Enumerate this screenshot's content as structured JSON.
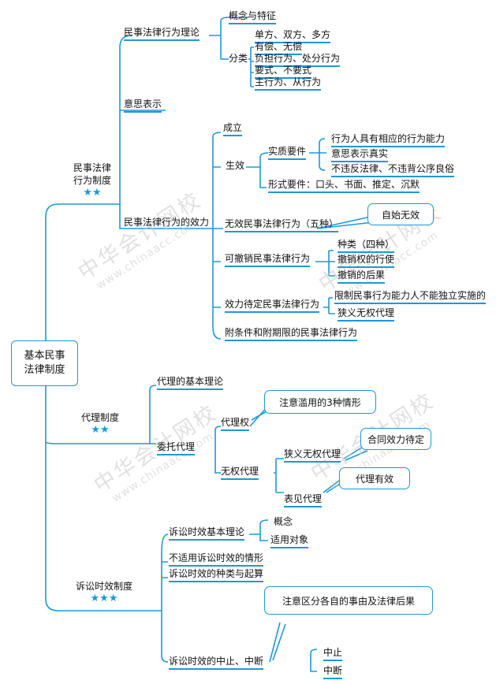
{
  "root": {
    "line1": "基本民事",
    "line2": "法律制度"
  },
  "b1": {
    "title1": "民事法律",
    "title2": "行为制度",
    "stars": "★★",
    "theory": "民事法律行为理论",
    "concept": "概念与特征",
    "classify": "分类",
    "types": [
      "单方、双方、多方",
      "有偿、无偿",
      "负担行为、处分行为",
      "要式、不要式",
      "主行为、从行为"
    ],
    "intent": "意思表示",
    "effect": "民事法律行为的效力",
    "establish": "成立",
    "valid": "生效",
    "substantive": "实质要件",
    "sub_items": [
      "行为人具有相应的行为能力",
      "意思表示真实",
      "不违反法律、不违背公序良俗"
    ],
    "formal": "形式要件：口头、书面、推定、沉默",
    "invalid": "无效民事法律行为（五种）",
    "invalid_bubble": "自始无效",
    "revocable": "可撤销民事法律行为",
    "rev_items": [
      "种类（四种）",
      "撤销权的行使",
      "撤销的后果"
    ],
    "pending": "效力待定民事法律行为",
    "pend_items": [
      "限制民事行为能力人不能独立实施的",
      "狭义无权代理"
    ],
    "conditional": "附条件和附期限的民事法律行为"
  },
  "b2": {
    "title": "代理制度",
    "stars": "★★",
    "basic": "代理的基本理论",
    "entrust": "委托代理",
    "auth": "代理权",
    "abuse_bubble": "注意滥用的3种情形",
    "unauth": "无权代理",
    "narrow": "狭义无权代理",
    "narrow_bubble": "合同效力待定",
    "apparent": "表见代理",
    "apparent_bubble": "代理有效"
  },
  "b3": {
    "title": "诉讼时效制度",
    "stars": "★★★",
    "basic": "诉讼时效基本理论",
    "basic_items": [
      "概念",
      "适用对象"
    ],
    "not_apply": "不适用诉讼时效的情形",
    "kinds": "诉讼时效的种类与起算",
    "note_bubble": "注意区分各自的事由及法律后果",
    "suspend": "诉讼时效的中止、中断",
    "suspend_items": [
      "中止",
      "中断"
    ]
  },
  "watermarks": [
    {
      "cn": "中华会计网校",
      "en": "www.chinaacc.com"
    },
    {
      "cn": "中华会计网校",
      "en": "www.chinaacc.com"
    },
    {
      "cn": "中华会计网校",
      "en": "www.chinaacc.com"
    },
    {
      "cn": "中华会计网校",
      "en": "www.chinaacc.com"
    }
  ],
  "colors": {
    "line": "#1e98d8",
    "text": "#111111",
    "watermark": "#c8c8c8"
  }
}
